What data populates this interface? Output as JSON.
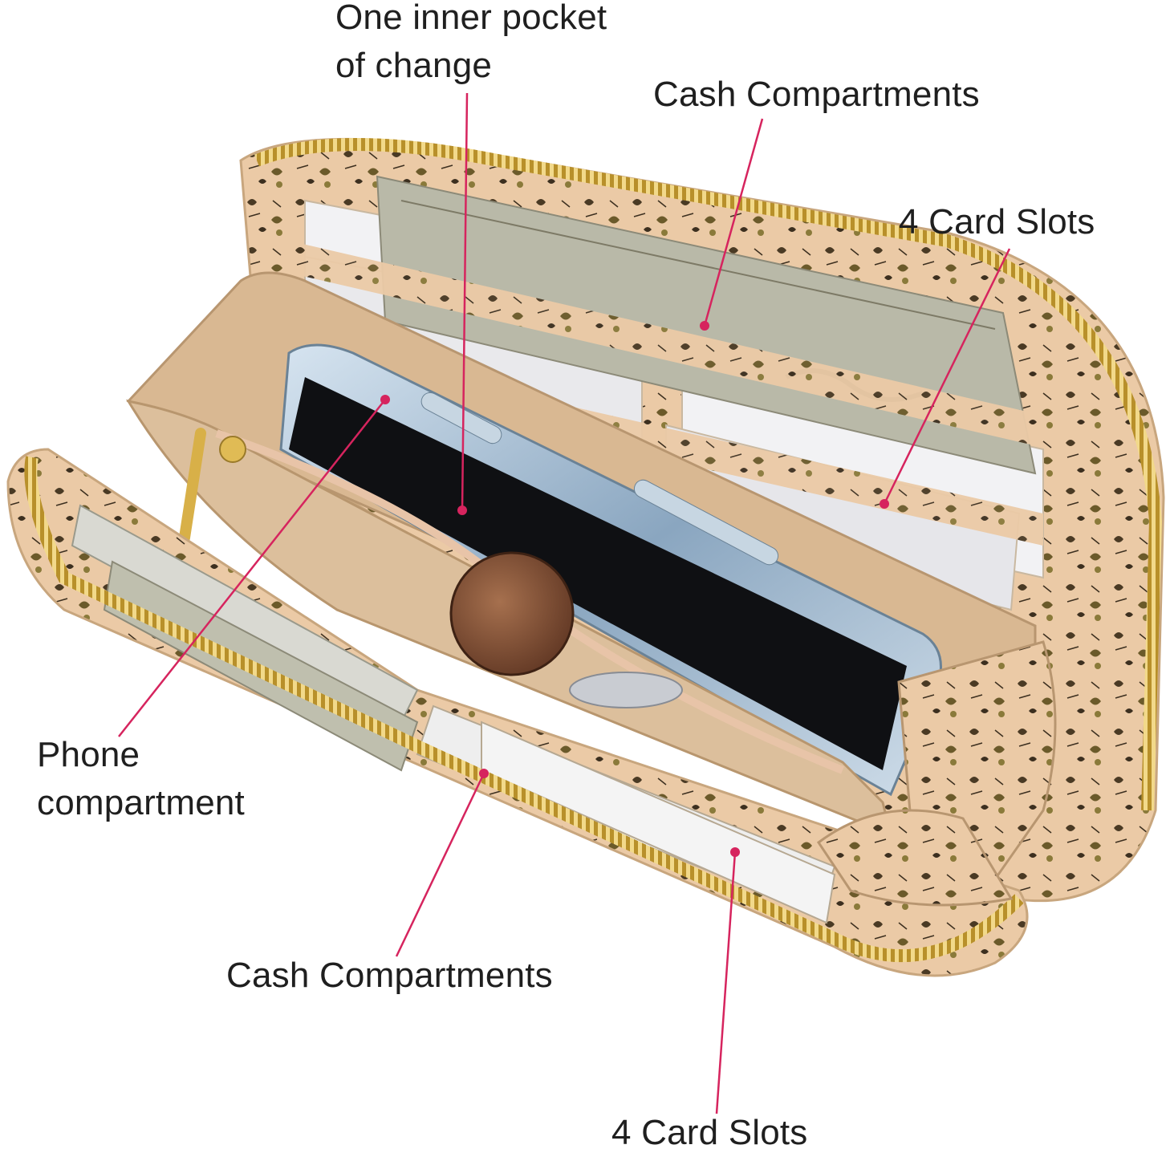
{
  "labels": {
    "inner_pocket": "One inner pocket\nof change",
    "cash_top": "Cash Compartments",
    "cards_top": "4 Card Slots",
    "phone": "Phone\ncompartment",
    "cash_bottom": "Cash Compartments",
    "cards_bottom": "4 Card Slots"
  },
  "colors": {
    "callout": "#d6245e",
    "label_text": "#1f1f1f",
    "cork": "#e8c9a8",
    "lining": "#d9b892",
    "zipper": "#c9a33c",
    "phone_frame": "#a9c0d6"
  }
}
